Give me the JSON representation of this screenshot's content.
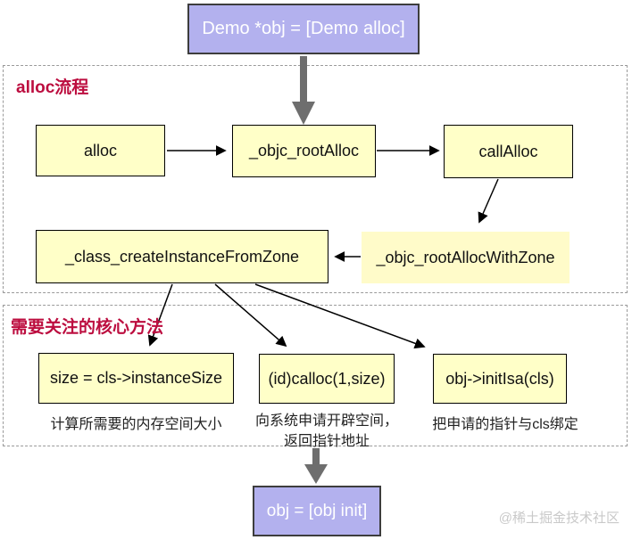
{
  "colors": {
    "purple_fill": "#b3b1ee",
    "purple_border": "#3d3d3d",
    "yellow_fill": "#ffffc8",
    "yellow_border": "#000000",
    "region_dash_border": "#9a9a9a",
    "region_label_color": "#bc0d3f",
    "thick_arrow": "#6e6e6e",
    "thin_arrow": "#000000",
    "watermark_color": "#c9c9c9"
  },
  "top_box": {
    "label": "Demo *obj = [Demo alloc]"
  },
  "regions": {
    "alloc_flow": {
      "label": "alloc流程"
    },
    "core_methods": {
      "label": "需要关注的核心方法"
    }
  },
  "nodes": {
    "alloc": {
      "label": "alloc"
    },
    "objc_root_alloc": {
      "label": "_objc_rootAlloc"
    },
    "call_alloc": {
      "label": "callAlloc"
    },
    "class_create_instance_from_zone": {
      "label": "_class_createInstanceFromZone"
    },
    "objc_root_alloc_with_zone": {
      "label": "_objc_rootAllocWithZone"
    },
    "instance_size": {
      "label": "size = cls->instanceSize",
      "caption": "计算所需要的内存空间大小"
    },
    "calloc": {
      "label": "(id)calloc(1,size)",
      "caption_line1": "向系统申请开辟空间，",
      "caption_line2": "返回指针地址"
    },
    "init_isa": {
      "label": "obj->initIsa(cls)",
      "caption": "把申请的指针与cls绑定"
    }
  },
  "bottom_box": {
    "label": "obj = [obj init]"
  },
  "watermark": {
    "label": "@稀土掘金技术社区"
  }
}
